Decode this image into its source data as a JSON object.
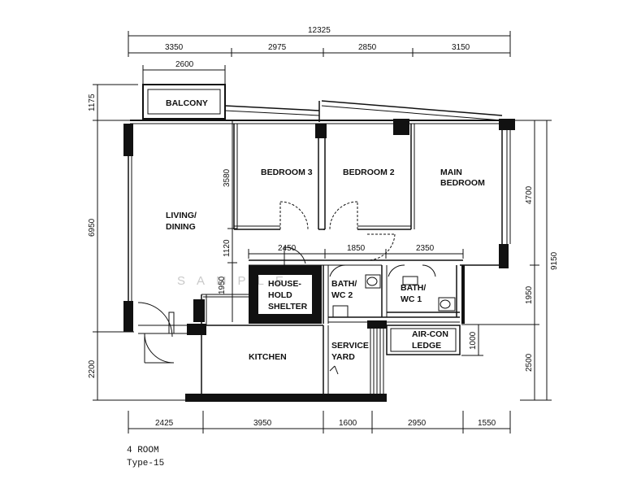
{
  "plan": {
    "unit_type": "4 ROOM",
    "model": "Type-15",
    "watermark": "SAMPLE",
    "rooms": {
      "balcony": "BALCONY",
      "bedroom3": "BEDROOM 3",
      "bedroom2": "BEDROOM 2",
      "main_bedroom_1": "MAIN",
      "main_bedroom_2": "BEDROOM",
      "living_1": "LIVING/",
      "living_2": "DINING",
      "shelter_1": "HOUSE-",
      "shelter_2": "HOLD",
      "shelter_3": "SHELTER",
      "bath2_1": "BATH/",
      "bath2_2": "WC 2",
      "bath1_1": "BATH/",
      "bath1_2": "WC 1",
      "kitchen": "KITCHEN",
      "service_1": "SERVICE",
      "service_2": "YARD",
      "aircon_1": "AIR-CON",
      "aircon_2": "LEDGE"
    },
    "dims": {
      "total_width": "12325",
      "top_1": "3350",
      "top_2": "2975",
      "top_3": "2850",
      "top_4": "3150",
      "balcony_width": "2600",
      "bottom_1": "2425",
      "bottom_2": "3950",
      "bottom_3": "1600",
      "bottom_4": "2950",
      "bottom_5": "1550",
      "left_balcony": "1175",
      "left_living": "6950",
      "left_kitchen": "2200",
      "right_total": "9150",
      "right_bedroom": "4700",
      "right_bath": "1950",
      "right_kitchen": "2500",
      "aircon_depth": "1000",
      "bedroom_depth": "3580",
      "corridor_depth": "1120",
      "shelter_depth": "1950",
      "mid_1": "2450",
      "mid_2": "1850",
      "mid_3": "2350"
    }
  }
}
